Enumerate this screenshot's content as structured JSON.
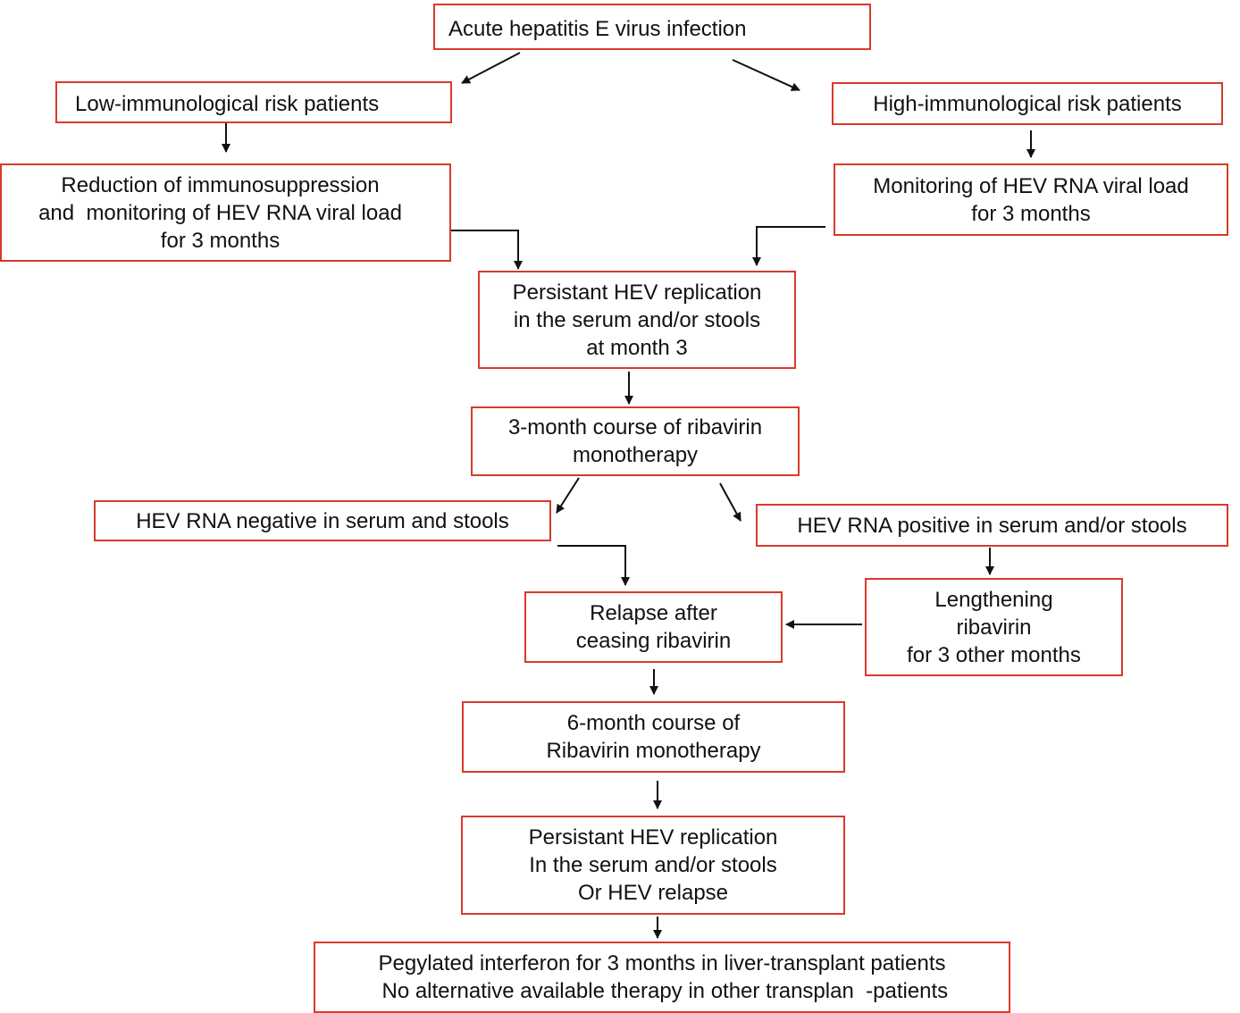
{
  "flowchart": {
    "border_color": "#d93a2b",
    "arrow_color": "#111111",
    "nodes": {
      "acute_infection": [
        "Acute hepatitis E virus infection"
      ],
      "low_risk": [
        "Low-immunological risk patients"
      ],
      "high_risk": [
        "High-immunological risk patients"
      ],
      "low_risk_action": [
        "Reduction of immunosuppression",
        "and  monitoring of HEV RNA viral load",
        "for 3 months"
      ],
      "high_risk_action": [
        "Monitoring of HEV RNA viral load",
        "for 3 months"
      ],
      "persistant_month3": [
        "Persistant HEV replication",
        "in the serum and/or stools",
        "at month 3"
      ],
      "ribavirin_3month": [
        "3-month course of ribavirin",
        "monotherapy"
      ],
      "rna_negative": [
        "HEV RNA negative in serum and stools"
      ],
      "rna_positive": [
        "HEV RNA positive in serum and/or stools"
      ],
      "relapse": [
        "Relapse after",
        "ceasing ribavirin"
      ],
      "lengthening": [
        "Lengthening",
        "ribavirin",
        "for 3 other months"
      ],
      "ribavirin_6month": [
        "6-month course of",
        "Ribavirin monotherapy"
      ],
      "persistant_relapse": [
        "Persistant HEV replication",
        "In the serum and/or stools",
        "Or HEV relapse"
      ],
      "interferon": [
        "Pegylated interferon for 3 months in liver-transplant patients",
        " No alternative available therapy in other transplan  -patients"
      ]
    }
  }
}
